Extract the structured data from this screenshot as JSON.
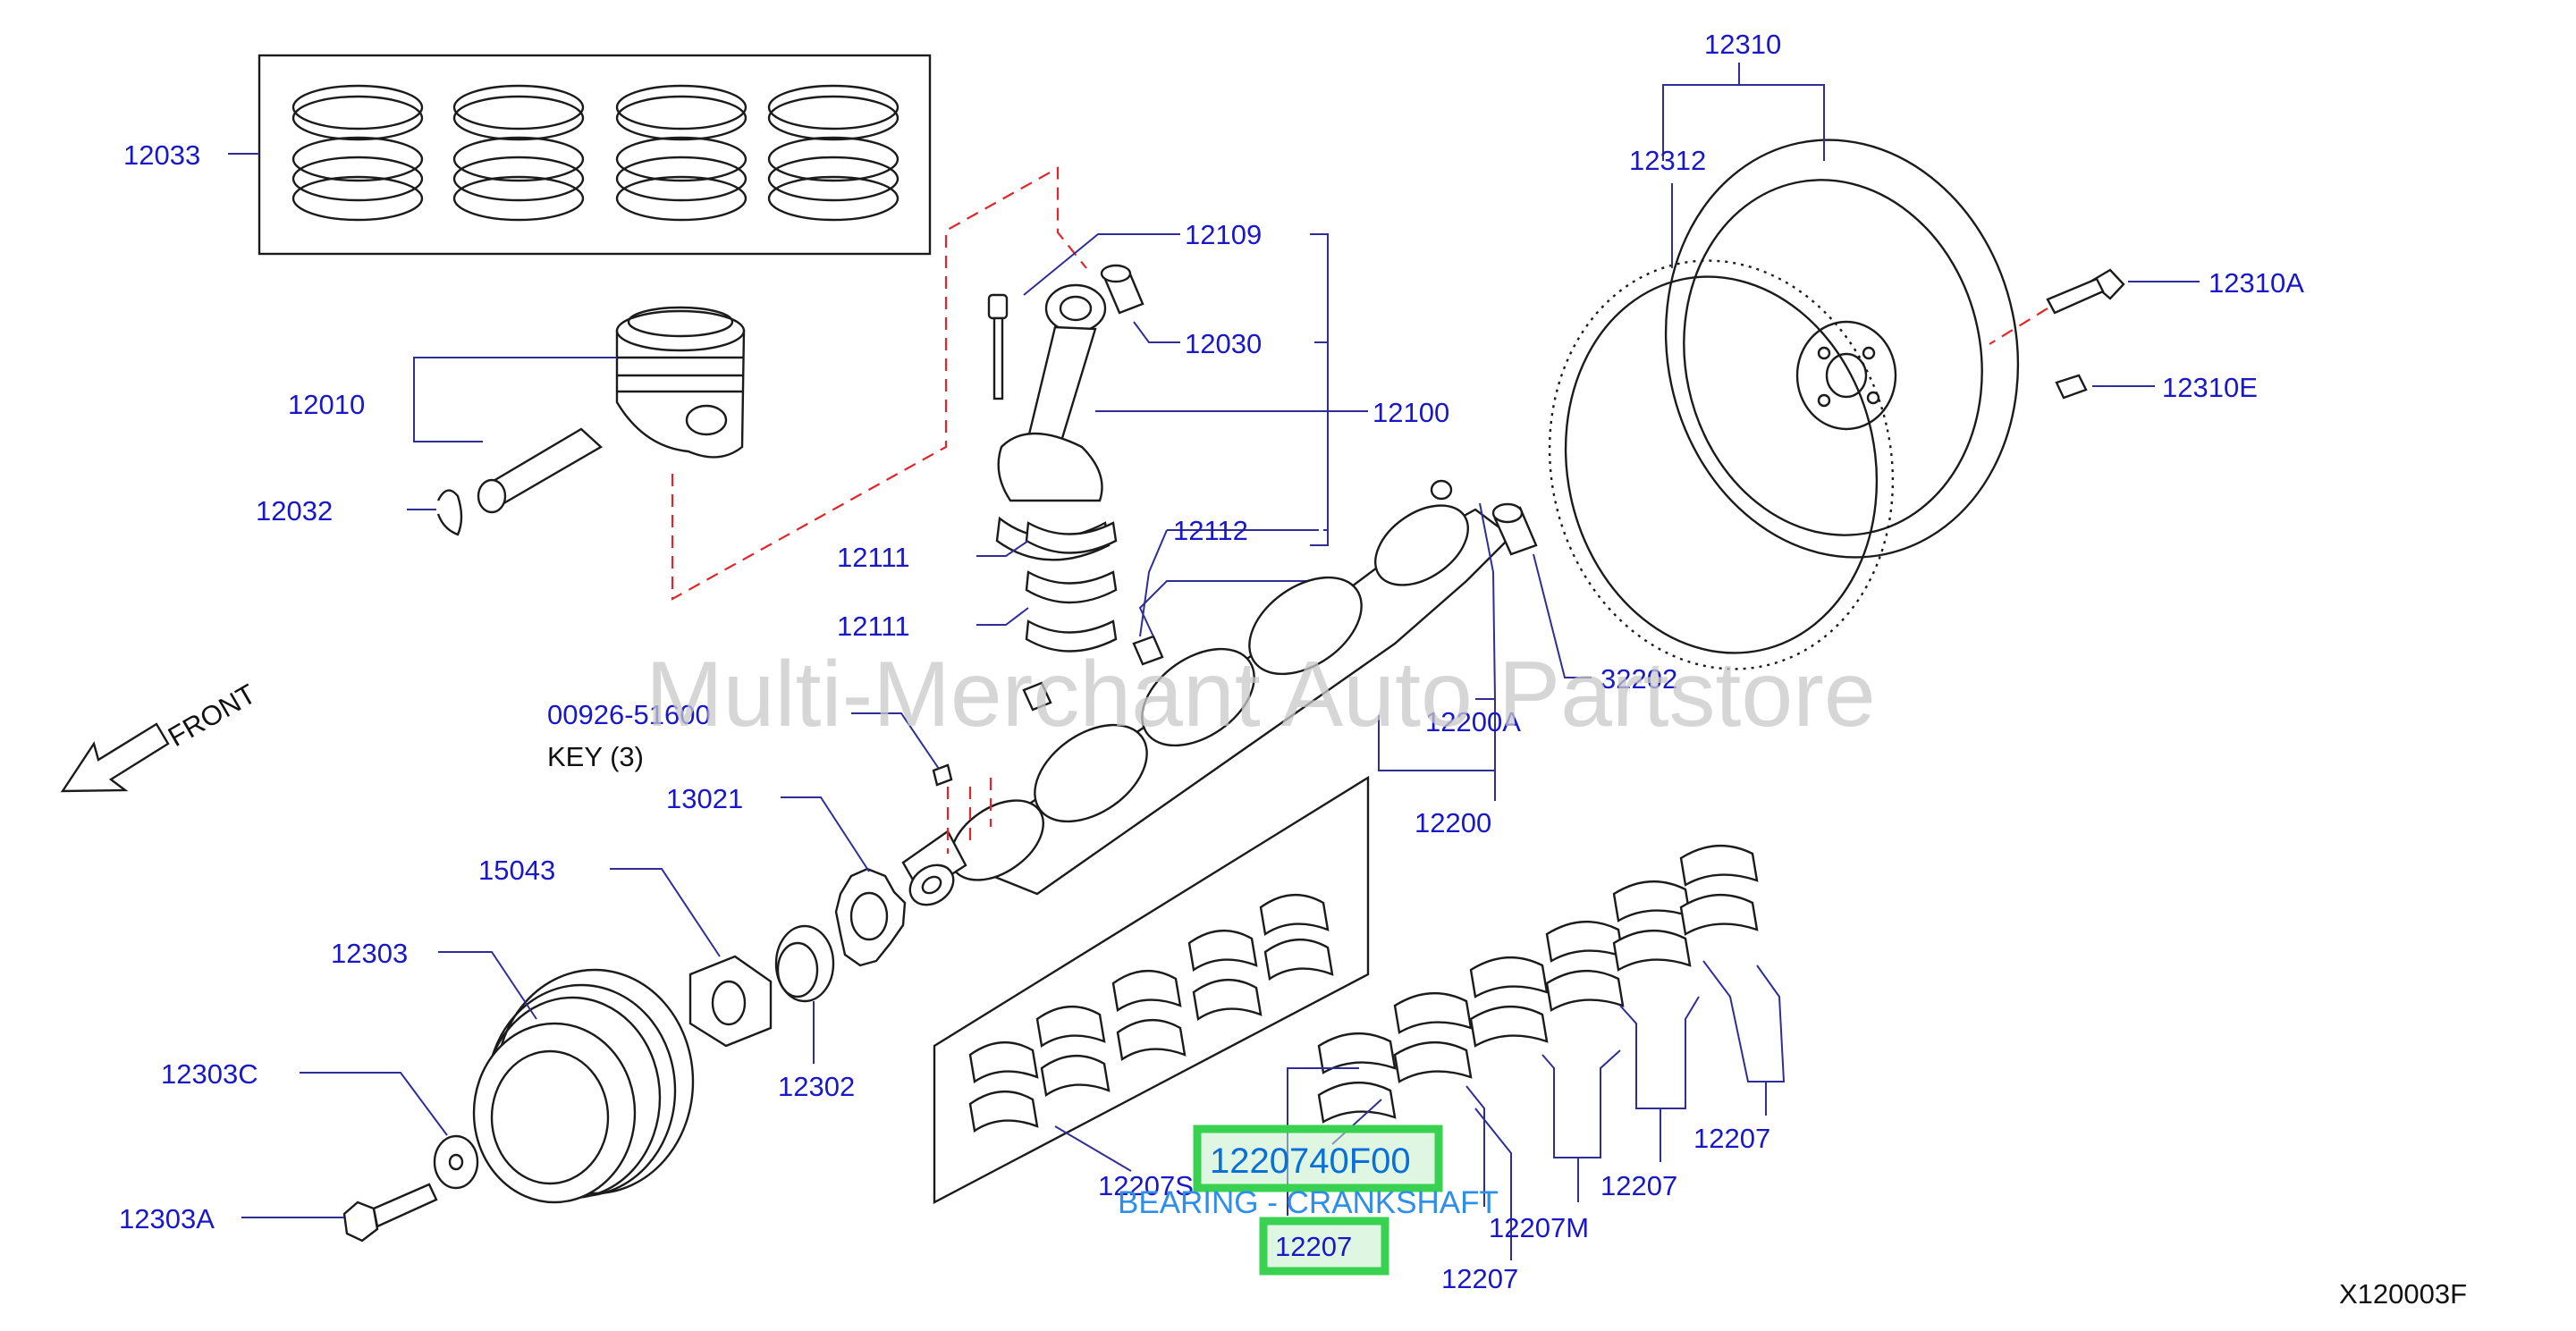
{
  "watermark": "Multi-Merchant Auto Partstore",
  "front_label": "FRONT",
  "drawing_code": "X120003F",
  "key_note": "KEY  (3)",
  "highlight": {
    "part_number": "1220740F00",
    "description": "BEARING - CRANKSHAFT",
    "callout": "12207"
  },
  "labels": {
    "p12033": "12033",
    "p12010": "12010",
    "p12032": "12032",
    "p12109": "12109",
    "p12030": "12030",
    "p12100": "12100",
    "p12111a": "12111",
    "p12111b": "12111",
    "p12112": "12112",
    "p00926": "00926-51600",
    "p13021": "13021",
    "p15043": "15043",
    "p12303": "12303",
    "p12303c": "12303C",
    "p12303a": "12303A",
    "p12302": "12302",
    "p12310": "12310",
    "p12312": "12312",
    "p12310a": "12310A",
    "p12310e": "12310E",
    "p32202": "32202",
    "p12200a": "12200A",
    "p12200": "12200",
    "p12207s": "12207S",
    "p12207m": "12207M",
    "p12207_r1": "12207",
    "p12207_r2": "12207",
    "p12207_b": "12207"
  }
}
